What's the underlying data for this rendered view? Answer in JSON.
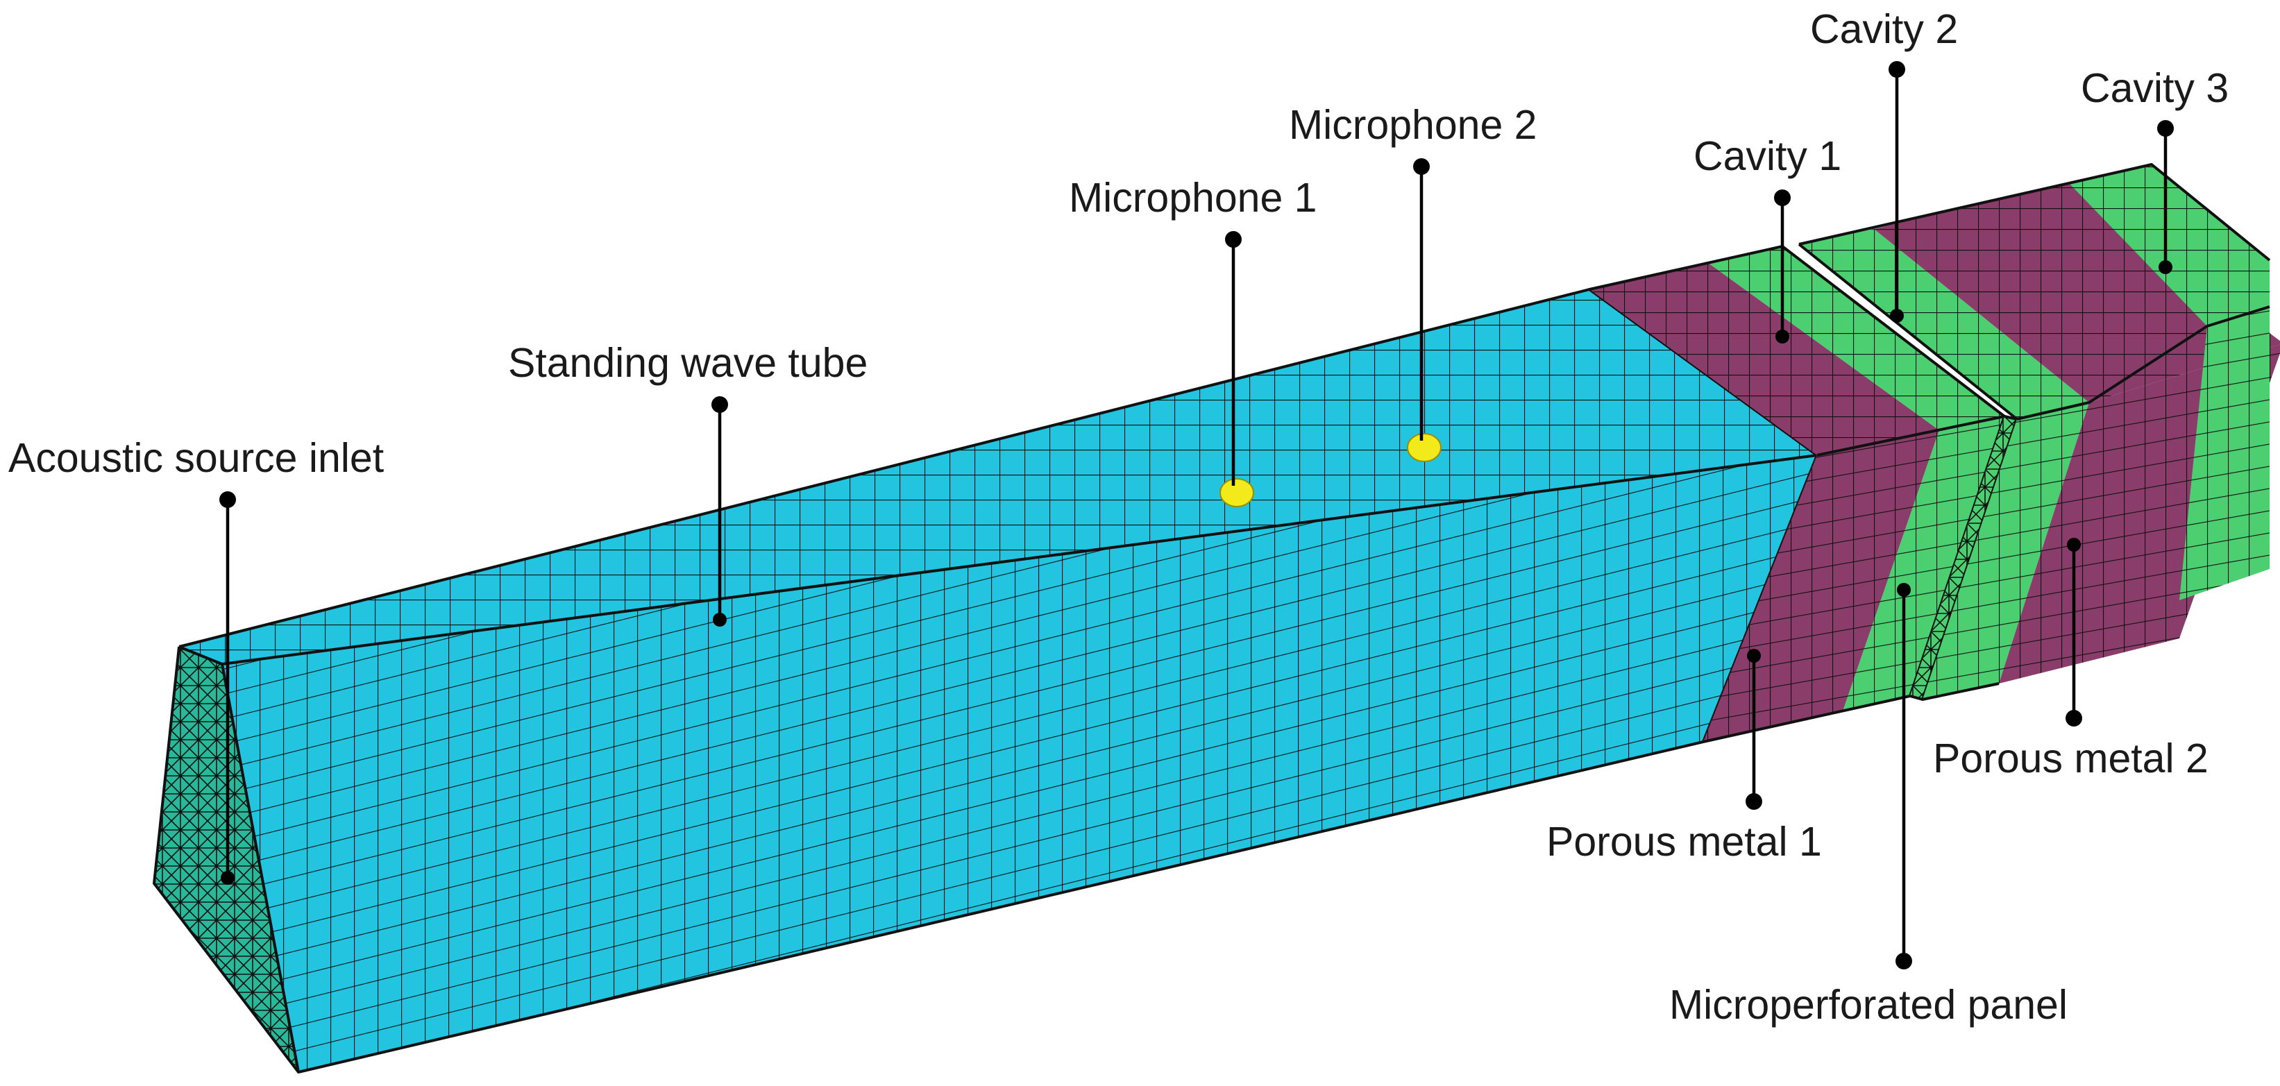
{
  "labels": {
    "acoustic_source_inlet": "Acoustic source inlet",
    "standing_wave_tube": "Standing wave tube",
    "microphone_1": "Microphone 1",
    "microphone_2": "Microphone 2",
    "cavity_1": "Cavity 1",
    "cavity_2": "Cavity 2",
    "cavity_3": "Cavity 3",
    "porous_metal_1": "Porous metal 1",
    "porous_metal_2": "Porous metal 2",
    "microperforated_panel": "Microperforated panel"
  },
  "colors": {
    "tube": "#22c4e0",
    "inlet": "#2ab89a",
    "porous_metal": "#8a3d6a",
    "cavity": "#4ccf70",
    "microphone": "#f2ea1a",
    "mesh_line": "#111111"
  }
}
